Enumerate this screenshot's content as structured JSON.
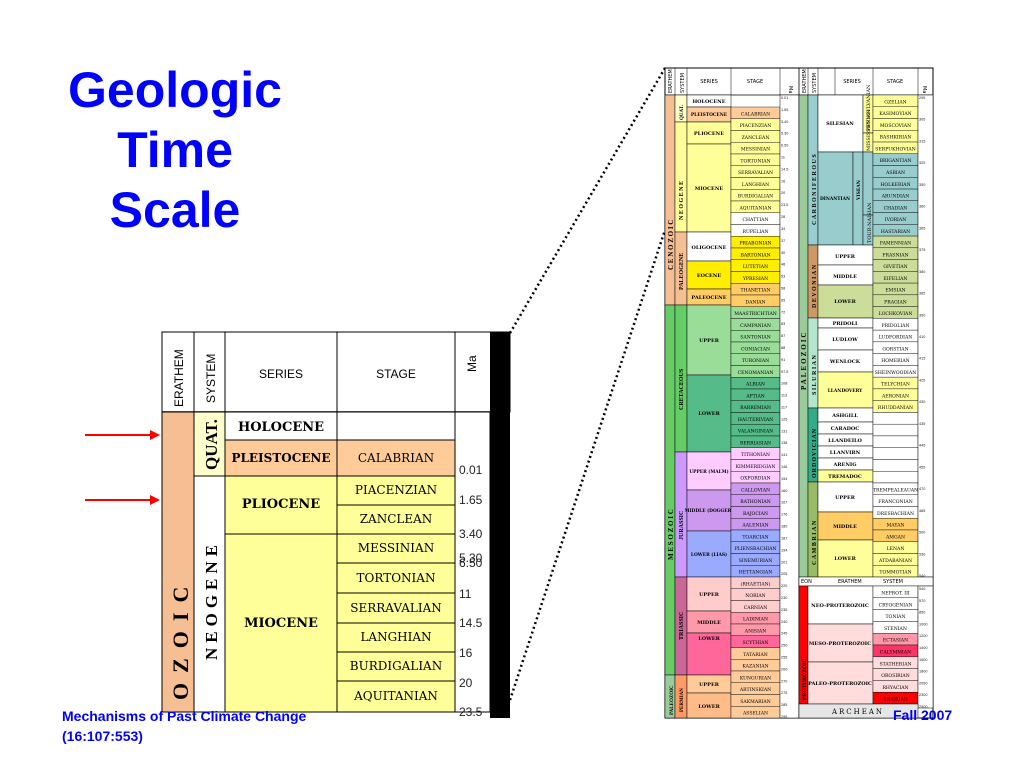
{
  "title": {
    "line1": "Geologic",
    "line2": "Time",
    "line3": "Scale"
  },
  "footer": {
    "course": "Mechanisms of Past Climate Change",
    "code": "(16:107:553)",
    "term": "Fall 2007"
  },
  "colors": {
    "title": "#0000ff",
    "arrow": "#ff0000",
    "cenozoic": "#f6bf93",
    "neogene": "#ffff99",
    "quaternary": "#ffffcc",
    "mesozoic": "#66cc66",
    "paleozoic": "#99cc99",
    "proterozoic": "#ff0000"
  },
  "zoom": {
    "headers": {
      "erathem": "ERATHEM",
      "system": "SYSTEM",
      "series": "SERIES",
      "stage": "STAGE",
      "ma": "Ma"
    },
    "erathem": "OZOIC",
    "systems": {
      "quat": "QUAT.",
      "neogene": "NEOGENE"
    },
    "series": [
      {
        "name": "HOLOCENE"
      },
      {
        "name": "PLEISTOCENE"
      },
      {
        "name": "PLIOCENE"
      },
      {
        "name": "MIOCENE"
      }
    ],
    "stages": [
      {
        "name": "CALABRIAN"
      },
      {
        "name": "PIACENZIAN"
      },
      {
        "name": "ZANCLEAN"
      },
      {
        "name": "MESSINIAN"
      },
      {
        "name": "TORTONIAN"
      },
      {
        "name": "SERRAVALIAN"
      },
      {
        "name": "LANGHIAN"
      },
      {
        "name": "BURDIGALIAN"
      },
      {
        "name": "AQUITANIAN"
      }
    ],
    "ma": [
      "0.01",
      "1.65",
      "3.40",
      "5.30",
      "6.50",
      "11",
      "14.5",
      "16",
      "20",
      "23.5"
    ]
  },
  "chart": {
    "headers": {
      "erathem": "ERATHEM",
      "system": "SYSTEM",
      "series": "SERIES",
      "stage": "STAGE",
      "ma": "Ma"
    },
    "left": {
      "eras": [
        {
          "name": "C E N O Z O I C"
        },
        {
          "name": "M E S O Z O I C"
        },
        {
          "name": "PALEOZOIC"
        }
      ],
      "systems": [
        {
          "name": "QUAT."
        },
        {
          "name": "N E O G E N E"
        },
        {
          "name": "PALEOGENE"
        },
        {
          "name": "CRETACEOUS"
        },
        {
          "name": "JURASSIC"
        },
        {
          "name": "TRIASSIC"
        },
        {
          "name": "PERMIAN"
        }
      ],
      "series": [
        "HOLOCENE",
        "PLEISTOCENE",
        "PLIOCENE",
        "MIOCENE",
        "OLIGOCENE",
        "EOCENE",
        "PALEOCENE",
        "UPPER",
        "LOWER",
        "UPPER (MALM)",
        "MIDDLE (DOGGER)",
        "LOWER (LIAS)",
        "UPPER",
        "MIDDLE",
        "LOWER",
        "UPPER",
        "LOWER"
      ],
      "stages": [
        "CALABRIAN",
        "PIACENZIAN",
        "ZANCLEAN",
        "MESSINIAN",
        "TORTONIAN",
        "SERRAVALIAN",
        "LANGHIAN",
        "BURDIGALIAN",
        "AQUITANIAN",
        "CHATTIAN",
        "RUPELIAN",
        "PRIABONIAN",
        "BARTONIAN",
        "LUTETIAN",
        "YPRESIAN",
        "THANETIAN",
        "DANIAN",
        "MAASTRICHTIAN",
        "CAMPANIAN",
        "SANTONIAN",
        "CONIACIAN",
        "TURONIAN",
        "CENOMANIAN",
        "ALBIAN",
        "APTIAN",
        "BARREMIAN",
        "HAUTERIVIAN",
        "VALANGINIAN",
        "BERRIASIAN",
        "TITHONIAN",
        "KIMMERIDGIAN",
        "OXFORDIAN",
        "CALLOVIAN",
        "BATHONIAN",
        "BAJOCIAN",
        "AALENIAN",
        "TOARCIAN",
        "PLIENSBACHIAN",
        "SINEMURIAN",
        "HETTANGIAN",
        "(RHAETIAN)",
        "NORIAN",
        "CARNIAN",
        "LADINIAN",
        "ANISIAN",
        "SCYTHIAN",
        "TATARIAN",
        "KAZANIAN",
        "KUNGURIAN",
        "ARTINSKIAN",
        "SAKMARIAN",
        "ASSELIAN"
      ],
      "ma": [
        "0.01",
        "1.65",
        "3.40",
        "5.30",
        "6.50",
        "11",
        "14.5",
        "16",
        "20",
        "23.5",
        "28",
        "34",
        "37",
        "40",
        "46",
        "53",
        "58",
        "65",
        "72",
        "83",
        "87",
        "88",
        "91",
        "97.5",
        "108",
        "113",
        "117",
        "125",
        "131",
        "138",
        "141",
        "146",
        "154",
        "160",
        "167",
        "176",
        "180",
        "187",
        "194",
        "201",
        "205",
        "220",
        "230",
        "235",
        "240",
        "245",
        "250",
        "255",
        "260",
        "270",
        "275",
        "285",
        "295"
      ]
    },
    "right": {
      "era": "PALEOZOIC",
      "systems": [
        {
          "name": "CARBONIFEROUS"
        },
        {
          "name": "DEVONIAN"
        },
        {
          "name": "SILURIAN"
        },
        {
          "name": "ORDOVICIAN"
        },
        {
          "name": "CAMBRIAN"
        }
      ],
      "subsystems": [
        "PENNSYLVANIAN",
        "MISSISSIPPIAN",
        "VISEAN",
        "TOUR-NAISIAN"
      ],
      "series": [
        "SILESIAN",
        "DINANTIAN",
        "UPPER",
        "MIDDLE",
        "LOWER",
        "PRIDOLI",
        "LUDLOW",
        "WENLOCK",
        "LLANDOVERY",
        "ASHGILL",
        "CARADOC",
        "LLANDEILO",
        "LLANVIRN",
        "ARENIG",
        "TREMADOC",
        "UPPER",
        "MIDDLE",
        "LOWER"
      ],
      "stages": [
        "GZELIAN",
        "KASIMOVIAN",
        "MOSCOVIAN",
        "BASHKIRIAN",
        "SERPUKHOVIAN",
        "BRIGANTIAN",
        "ASBIAN",
        "HOLKERIAN",
        "ARUNDIAN",
        "CHADIAN",
        "IVORIAN",
        "HASTARIAN",
        "FAMENNIAN",
        "FRASNIAN",
        "GIVETIAN",
        "EIFELIAN",
        "EMSIAN",
        "PRAGIAN",
        "LOCHKOVIAN",
        "PRIDOLIAN",
        "LUDFORDIAN",
        "GORSTIAN",
        "HOMERIAN",
        "SHEINWOODIAN",
        "TELYCHIAN",
        "AERONIAN",
        "RHUDDANIAN",
        "",
        "",
        "",
        "",
        "",
        "",
        "TREMPEALEAUAN",
        "FRANCONIAN",
        "DRESBACHIAN",
        "MAYAN",
        "AMGAN",
        "LENAN",
        "ATDABANIAN",
        "TOMMOTIAN"
      ],
      "ma": [
        "295",
        "305",
        "315",
        "325",
        "350",
        "360",
        "365",
        "375",
        "380",
        "385",
        "390",
        "410",
        "415",
        "425",
        "430",
        "435",
        "445",
        "455",
        "470",
        "485",
        "500",
        "530",
        "540"
      ],
      "precambrian": {
        "headers": {
          "eon": "EON",
          "erathem": "ERATHEM",
          "system": "SYSTEM"
        },
        "eon": "PROTEROZOIC",
        "eras": [
          "NEO-PROTEROZOIC",
          "MESO-PROTEROZOIC",
          "PALEO-PROTEROZOIC"
        ],
        "systems": [
          "NEPROT. III",
          "CRYOGENIAN",
          "TONIAN",
          "STENIAN",
          "ECTASIAN",
          "CALYMMIAN",
          "STATHERIAN",
          "OROSIRIAN",
          "RHYACIAN",
          "SIDERIAN"
        ],
        "ma": [
          "540",
          "570",
          "850",
          "1000",
          "1200",
          "1400",
          "1600",
          "1800",
          "2050",
          "2300",
          "2500"
        ],
        "archean": "ARCHEAN"
      }
    }
  }
}
